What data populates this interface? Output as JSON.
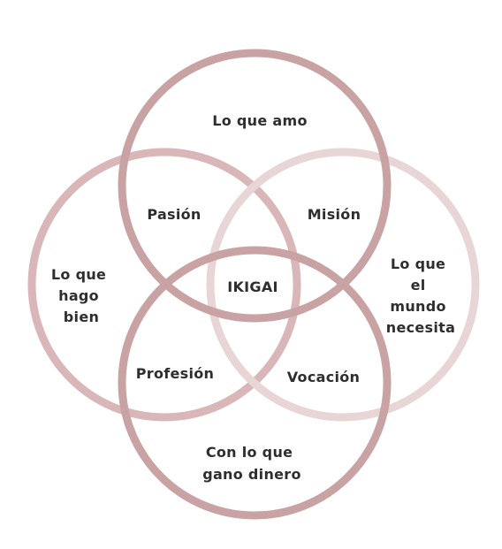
{
  "colors": {
    "ring_dark": "#c9a2a3",
    "ring_light": "#e8d5d5",
    "text": "#2e2e2e",
    "background": "#ffffff"
  },
  "circles": {
    "top": {
      "lines": [
        "Lo que amo"
      ]
    },
    "left": {
      "lines": [
        "Lo que",
        "hago",
        "bien"
      ]
    },
    "right": {
      "lines": [
        "Lo que",
        "el",
        "mundo",
        "necesita"
      ]
    },
    "bottom": {
      "lines": [
        "Con lo que",
        "gano dinero"
      ]
    }
  },
  "overlaps": {
    "top_left": "Pasión",
    "top_right": "Misión",
    "bottom_left": "Profesión",
    "bottom_right": "Vocación",
    "center": "IKIGAI"
  }
}
